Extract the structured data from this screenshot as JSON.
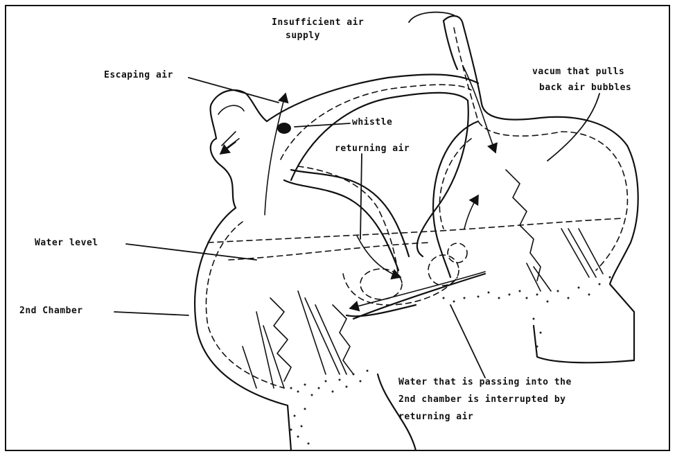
{
  "labels": {
    "insufficient_air_1": "Insufficient air",
    "insufficient_air_2": "supply",
    "escaping_air": "Escaping air",
    "whistle": "whistle",
    "returning_air": "returning air",
    "vacuum_1": "vacum that pulls",
    "vacuum_2": "back air bubbles",
    "water_level": "Water level",
    "second_chamber": "2nd Chamber",
    "water_passing_1": "Water that is passing into the",
    "water_passing_2": "2nd chamber is interrupted by",
    "water_passing_3": "returning air"
  }
}
